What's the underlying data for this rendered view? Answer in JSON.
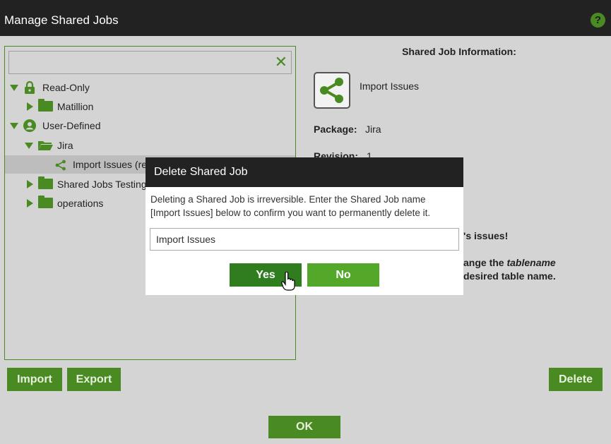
{
  "window": {
    "title": "Manage Shared Jobs",
    "help_glyph": "?"
  },
  "filter": {
    "value": "",
    "clear_glyph": "✕"
  },
  "tree": {
    "read_only": "Read-Only",
    "matillion": "Matillion",
    "user_defined": "User-Defined",
    "jira": "Jira",
    "import_issues": "Import Issues (rev",
    "shared_jobs_testing": "Shared Jobs Testing",
    "operations": "operations"
  },
  "info": {
    "heading": "Shared Job Information:",
    "job_name": "Import Issues",
    "package_label": "Package:",
    "package_value": "Jira",
    "revision_label": "Revision:",
    "revision_value": "1",
    "desc_line1": "'s issues!",
    "desc_line2_prefix": "ange the ",
    "desc_line2_italic": "tablename",
    "desc_line3": "desired table name."
  },
  "buttons": {
    "import": "Import",
    "export": "Export",
    "delete": "Delete",
    "ok": "OK"
  },
  "modal": {
    "title": "Delete Shared Job",
    "message_line1": "Deleting a Shared Job is irreversible. Enter the Shared Job name",
    "message_line2": "[Import Issues] below to confirm you want to permanently delete it.",
    "input_value": "Import Issues",
    "yes": "Yes",
    "no": "No"
  },
  "colors": {
    "accent": "#4a8a22",
    "dark": "#222222",
    "background": "#d4d4d4"
  }
}
